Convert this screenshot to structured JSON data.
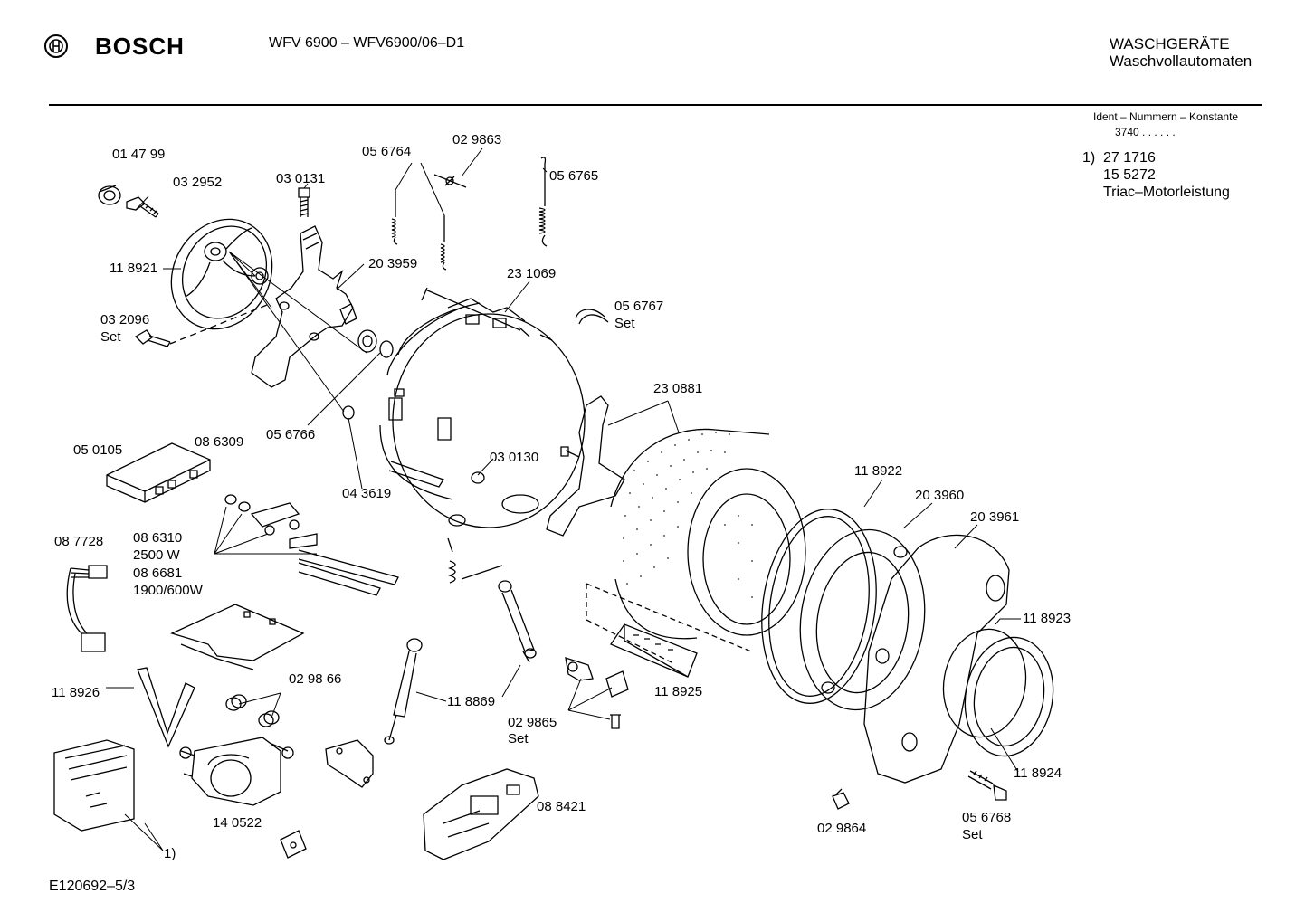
{
  "header": {
    "brand": "BOSCH",
    "model": "WFV 6900 – WFV6900/06–D1",
    "category": "WASCHGERÄTE",
    "subcategory": "Waschvollautomaten"
  },
  "ident": {
    "title": "Ident – Nummern – Konstante",
    "constant": "3740 . . . . . ."
  },
  "notes": {
    "marker": "1)",
    "line1": "27 1716",
    "line2": "15 5272",
    "line3": "Triac–Motorleistung"
  },
  "labels": {
    "p014799": "01 47 99",
    "p032952": "03 2952",
    "p030131": "03 0131",
    "p056764": "05 6764",
    "p029863": "02 9863",
    "p056765": "05 6765",
    "p118921": "11 8921",
    "p203959": "20 3959",
    "p231069": "23 1069",
    "p032096": "03 2096",
    "set1": "Set",
    "p056767": "05 6767",
    "set2": "Set",
    "p230881": "23 0881",
    "p086309": "08 6309",
    "p056766": "05 6766",
    "p050105": "05 0105",
    "p030130": "03 0130",
    "p043619": "04 3619",
    "p118922": "11 8922",
    "p203960": "20 3960",
    "p203961": "20 3961",
    "p087728": "08 7728",
    "p086310": "08 6310",
    "w2500": "2500 W",
    "p086681": "08 6681",
    "w1900": "1900/600W",
    "p118923": "11 8923",
    "p118926": "11 8926",
    "p029866": "02 98 66",
    "p118869": "11 8869",
    "p118925": "11 8925",
    "p029865": "02 9865",
    "set3": "Set",
    "p118924": "11 8924",
    "p088421": "08 8421",
    "p140522": "14 0522",
    "note1": "1)",
    "p029864": "02 9864",
    "p056768": "05 6768",
    "set4": "Set"
  },
  "footer": {
    "code": "E120692–5/3"
  }
}
